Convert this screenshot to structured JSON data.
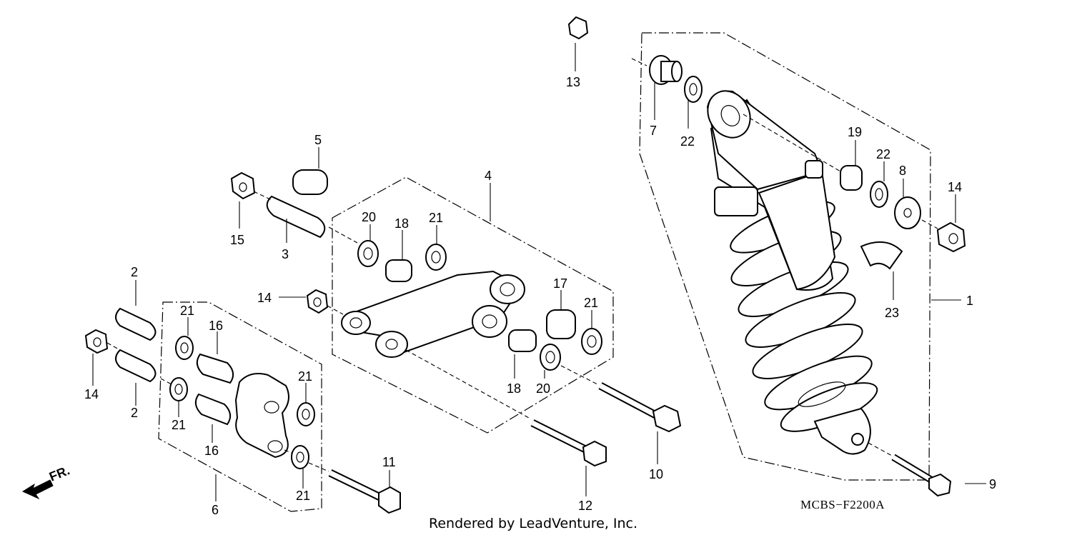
{
  "diagram": {
    "code": "MCBS−F2200A",
    "credit": "Rendered by LeadVenture, Inc.",
    "direction": "FR.",
    "labels": {
      "l1": "1",
      "l2a": "2",
      "l2b": "2",
      "l3": "3",
      "l4": "4",
      "l5": "5",
      "l6": "6",
      "l7": "7",
      "l8": "8",
      "l9": "9",
      "l10": "10",
      "l11": "11",
      "l12": "12",
      "l13": "13",
      "l14a": "14",
      "l14b": "14",
      "l14c": "14",
      "l15": "15",
      "l16a": "16",
      "l16b": "16",
      "l17": "17",
      "l18a": "18",
      "l18b": "18",
      "l19": "19",
      "l20a": "20",
      "l20b": "20",
      "l21a": "21",
      "l21b": "21",
      "l21c": "21",
      "l21d": "21",
      "l21e": "21",
      "l21f": "21",
      "l22a": "22",
      "l22b": "22",
      "l23": "23"
    }
  }
}
